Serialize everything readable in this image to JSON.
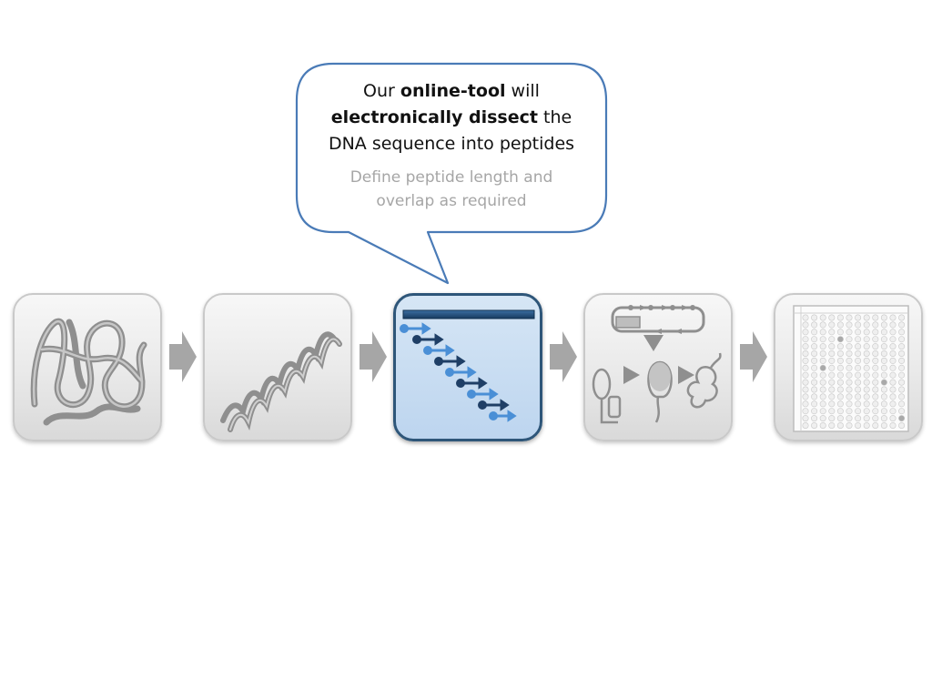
{
  "callout": {
    "line1_pre": "Our ",
    "line1_bold": "online-tool",
    "line1_post": " will",
    "line2_bold": "electronically dissect",
    "line2_post": " the",
    "line3": "DNA sequence into peptides",
    "sub_line1": "Define peptide length and",
    "sub_line2": "overlap as required"
  },
  "steps": [
    {
      "icon": "protein-coil-icon",
      "active": false
    },
    {
      "icon": "dna-helix-icon",
      "active": false
    },
    {
      "icon": "peptide-dissection-icon",
      "active": true
    },
    {
      "icon": "expression-process-icon",
      "active": false
    },
    {
      "icon": "microplate-icon",
      "active": false
    }
  ],
  "colors": {
    "callout_border": "#4a7bb7",
    "active_tile_fill": "#c5daf1",
    "active_tile_border": "#2e5679",
    "inactive_tile": "#e6e6e6",
    "arrow": "#a6a6a6"
  }
}
